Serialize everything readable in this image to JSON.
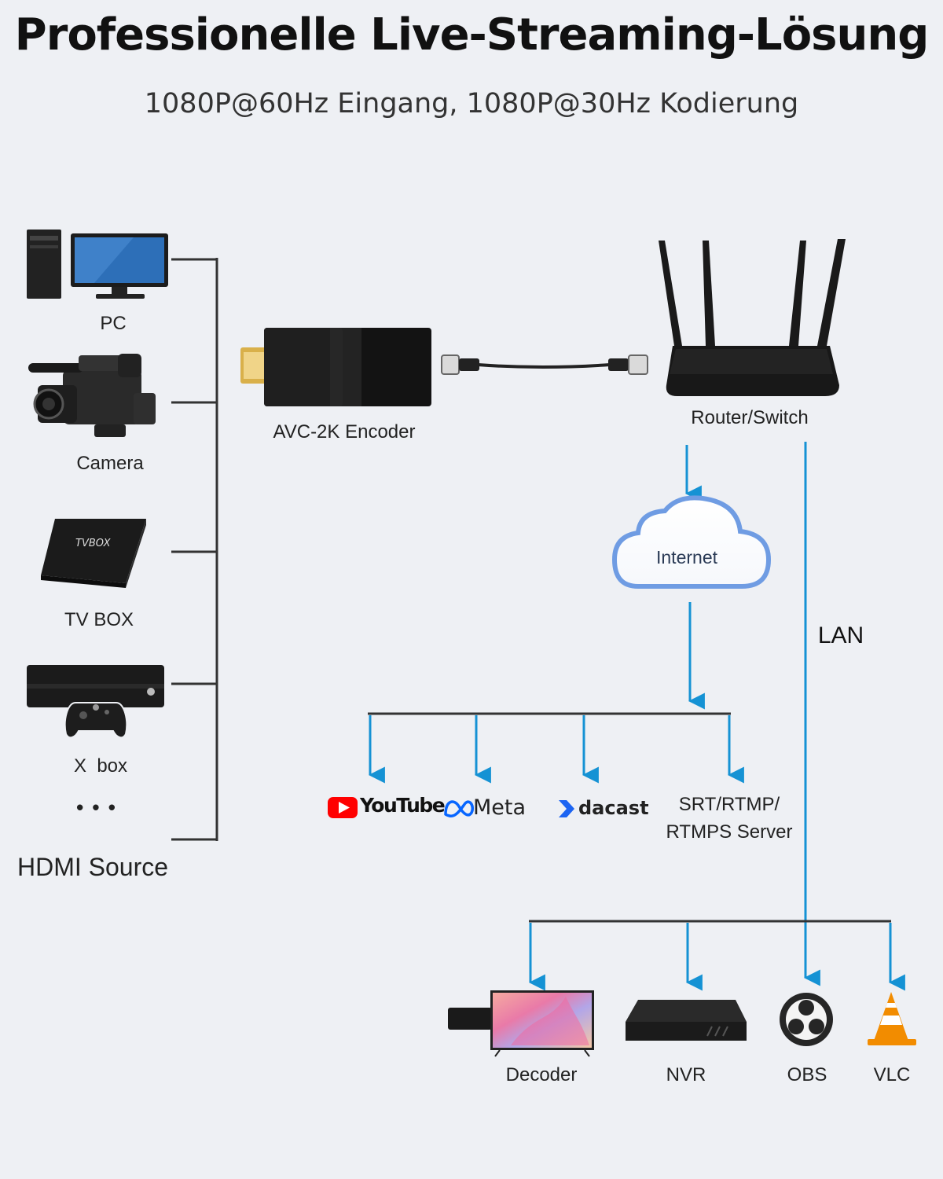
{
  "header": {
    "title": "Professionelle Live-Streaming-Lösung",
    "subtitle": "1080P@60Hz Eingang, 1080P@30Hz Kodierung"
  },
  "sources": {
    "items": [
      {
        "label": "PC",
        "icon": "pc-icon"
      },
      {
        "label": "Camera",
        "icon": "camera-icon"
      },
      {
        "label": "TV BOX",
        "icon": "tvbox-icon"
      },
      {
        "label": "X  box",
        "icon": "xbox-icon"
      }
    ],
    "more": "• • •",
    "group_label": "HDMI Source",
    "tvbox_brand": "TVBOX"
  },
  "encoder": {
    "label": "AVC-2K Encoder"
  },
  "router": {
    "label": "Router/Switch"
  },
  "internet": {
    "label": "Internet"
  },
  "lan": {
    "label": "LAN"
  },
  "platforms": {
    "youtube": "YouTube",
    "meta": "Meta",
    "dacast": "dacast",
    "server_line1": "SRT/RTMP/",
    "server_line2": "RTMPS Server"
  },
  "clients": [
    {
      "label": "Decoder"
    },
    {
      "label": "NVR"
    },
    {
      "label": "OBS"
    },
    {
      "label": "VLC"
    }
  ],
  "colors": {
    "arrow": "#1592d4",
    "line": "#333333",
    "youtube": "#ff0000",
    "meta": "#0866ff",
    "dacast": "#1c64f2",
    "vlc": "#f28c00"
  }
}
